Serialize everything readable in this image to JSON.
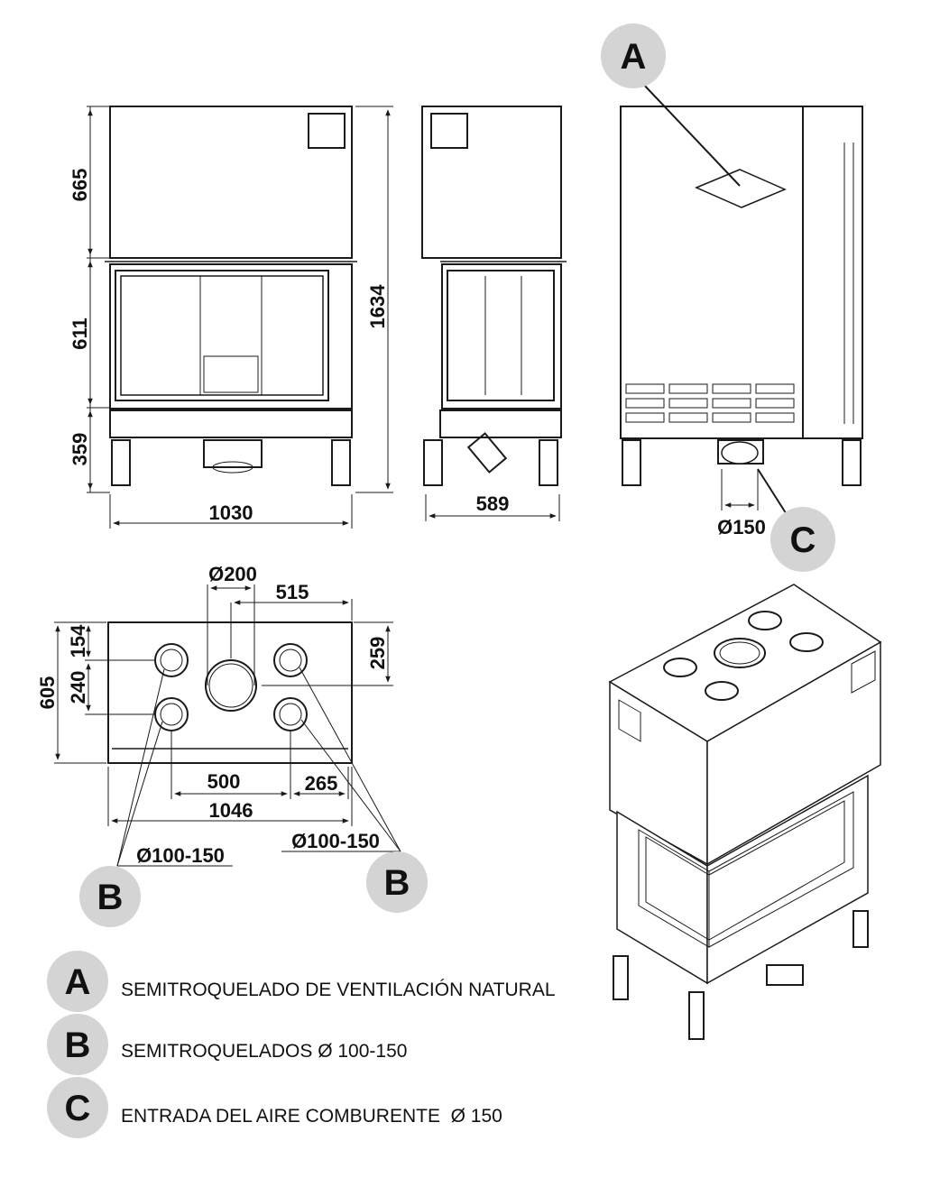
{
  "front_view": {
    "dim_height_top": "665",
    "dim_height_mid": "611",
    "dim_height_bottom": "359",
    "dim_height_total": "1634",
    "dim_width": "1030"
  },
  "side_view": {
    "dim_depth": "589"
  },
  "back_view": {
    "callout_a": "A",
    "callout_c": "C",
    "dim_inlet": "Ø150"
  },
  "top_view": {
    "dim_flue": "Ø200",
    "dim_515": "515",
    "dim_259": "259",
    "dim_154": "154",
    "dim_240": "240",
    "dim_605": "605",
    "dim_500": "500",
    "dim_265": "265",
    "dim_1046": "1046",
    "dim_holes_left": "Ø100-150",
    "dim_holes_right": "Ø100-150",
    "callout_b_left": "B",
    "callout_b_right": "B"
  },
  "legend": [
    {
      "letter": "A",
      "text": "SEMITROQUELADO DE VENTILACIÓN NATURAL"
    },
    {
      "letter": "B",
      "text": "SEMITROQUELADOS Ø 100-150"
    },
    {
      "letter": "C",
      "text": "ENTRADA DEL AIRE COMBURENTE  Ø 150"
    }
  ],
  "colors": {
    "badge_fill": "#d4d4d4",
    "line": "#1a1a1a"
  }
}
